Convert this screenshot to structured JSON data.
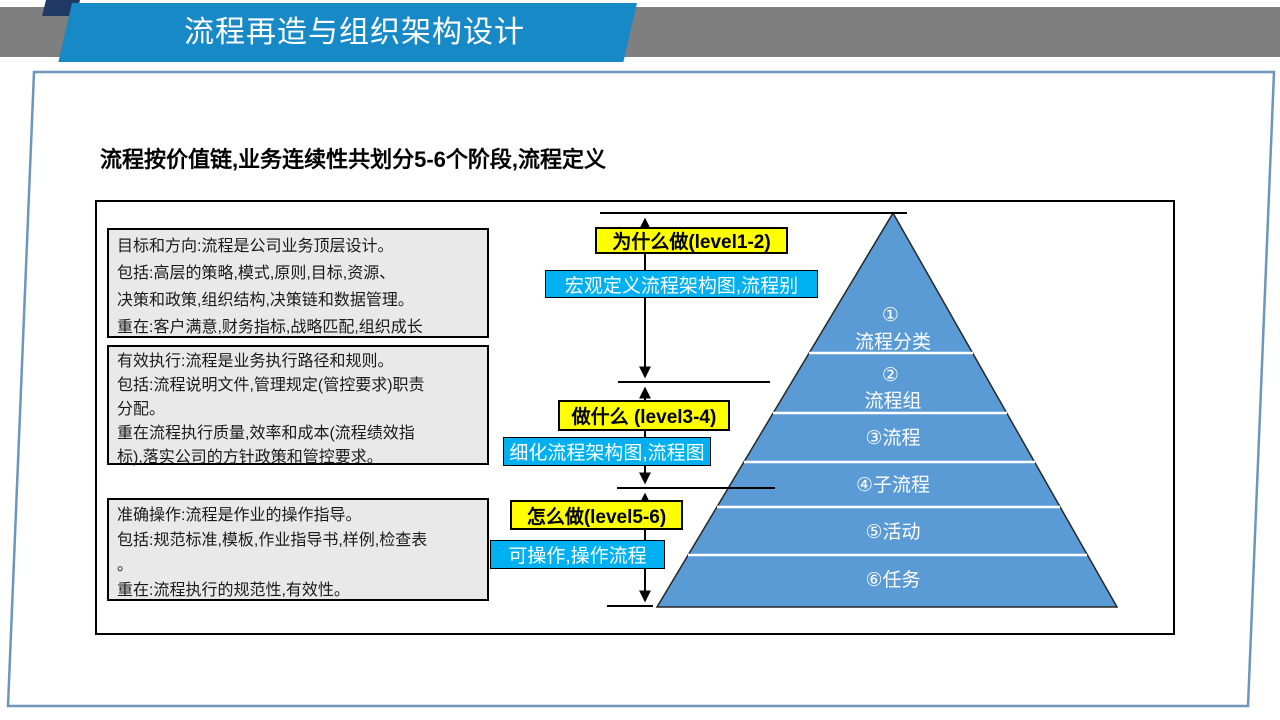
{
  "slide": {
    "header_title": "流程再造与组织架构设计",
    "subtitle": "流程按价值链,业务连续性共划分5-6个阶段,流程定义"
  },
  "colors": {
    "header_gray": "#7f7f7f",
    "header_blue": "#1789c7",
    "header_navy": "#1f3864",
    "panel_border": "#6d96bd",
    "label_yellow": "#ffff00",
    "label_blue": "#00b0f0",
    "pyramid_blue": "#5b9bd5",
    "desc_box_gray": "#e9e9e9"
  },
  "left_boxes": [
    {
      "text": "目标和方向:流程是公司业务顶层设计。\n包括:高层的策略,模式,原则,目标,资源、\n决策和政策,组织结构,决策链和数据管理。\n重在:客户满意,财务指标,战略匹配,组织成长"
    },
    {
      "text": "有效执行:流程是业务执行路径和规则。\n包括:流程说明文件,管理规定(管控要求)职责\n分配。\n重在流程执行质量,效率和成本(流程绩效指\n标),落实公司的方针政策和管控要求。"
    },
    {
      "text": "准确操作:流程是作业的操作指导。\n包括:规范标准,模板,作业指导书,样例,检查表\n。\n重在:流程执行的规范性,有效性。"
    }
  ],
  "stages": [
    {
      "question": "为什么做(level1-2)",
      "action": "宏观定义流程架构图,流程别"
    },
    {
      "question": "做什么 (level3-4)",
      "action": "细化流程架构图,流程图"
    },
    {
      "question": "怎么做(level5-6)",
      "action": "可操作,操作流程"
    }
  ],
  "pyramid": {
    "levels": [
      {
        "num": "①",
        "label": "流程分类"
      },
      {
        "num": "②",
        "label": "流程组"
      },
      {
        "num": "③",
        "label": "流程"
      },
      {
        "num": "④",
        "label": "子流程"
      },
      {
        "num": "⑤",
        "label": "活动"
      },
      {
        "num": "⑥",
        "label": "任务"
      }
    ]
  }
}
